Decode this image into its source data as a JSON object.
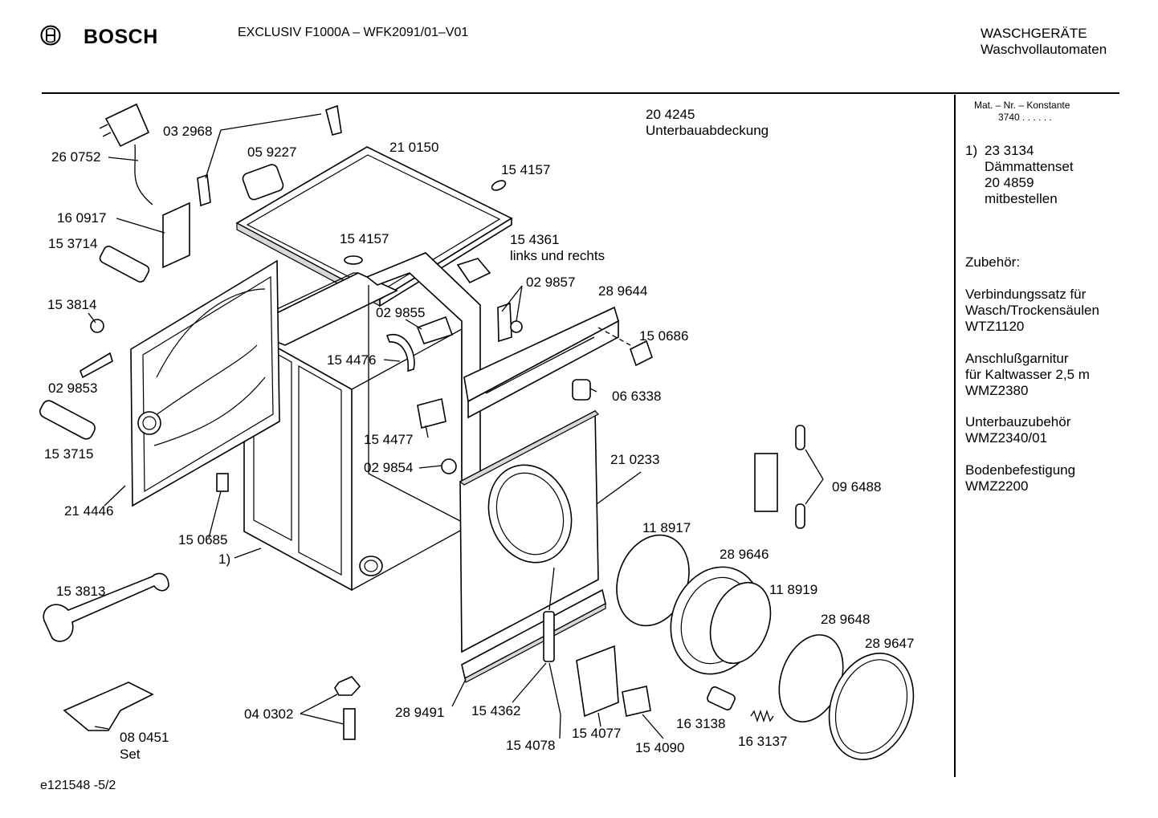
{
  "header": {
    "brand": "BOSCH",
    "model": "EXCLUSIV F1000A – WFK2091/01–V01",
    "category_line1": "WASCHGERÄTE",
    "category_line2": "Waschvollautomaten"
  },
  "sidebar": {
    "mat_nr_label": "Mat. – Nr. – Konstante",
    "mat_nr_value": "3740 . . . . . .",
    "note1_marker": "1)",
    "note1_lines": [
      "23 3134",
      "Dämmattenset",
      "20 4859",
      "mitbestellen"
    ],
    "accessories_title": "Zubehör:",
    "accessories": [
      [
        "Verbindungssatz für",
        "Wasch/Trockensäulen",
        "WTZ1120"
      ],
      [
        "Anschlußgarnitur",
        "für Kaltwasser 2,5 m",
        "WMZ2380"
      ],
      [
        "Unterbauzubehör",
        "WMZ2340/01"
      ],
      [
        "Bodenbefestigung",
        "WMZ2200"
      ]
    ]
  },
  "callouts": [
    "26 0752",
    "03 2968",
    "05 9227",
    "21 0150",
    "20 4245",
    "Unterbauabdeckung",
    "15 4157",
    "16 0917",
    "15 3714",
    "15 4157",
    "15 4361",
    "links und rechts",
    "15 3814",
    "02 9857",
    "28 9644",
    "02 9855",
    "15 0686",
    "15 4476",
    "02 9853",
    "06 6338",
    "15 3715",
    "15 4477",
    "21 0233",
    "02 9854",
    "21 4446",
    "09 6488",
    "15 0685",
    "1)",
    "11 8917",
    "28 9646",
    "15 3813",
    "11 8919",
    "28 9648",
    "28 9647",
    "04 0302",
    "28 9491",
    "15 4362",
    "08 0451",
    "Set",
    "16 3138",
    "15 4077",
    "15 4090",
    "16 3137",
    "15 4078"
  ],
  "footer": "e121548 -5/2"
}
